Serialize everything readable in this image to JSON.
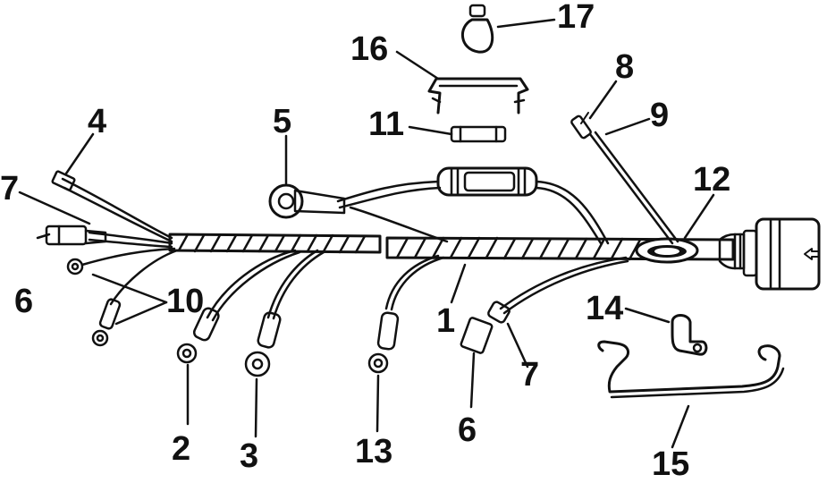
{
  "diagram": {
    "callouts": [
      {
        "id": "c17",
        "text": "17"
      },
      {
        "id": "c16",
        "text": "16"
      },
      {
        "id": "c8",
        "text": "8"
      },
      {
        "id": "c9",
        "text": "9"
      },
      {
        "id": "c11",
        "text": "11"
      },
      {
        "id": "c5",
        "text": "5"
      },
      {
        "id": "c4",
        "text": "4"
      },
      {
        "id": "c7a",
        "text": "7"
      },
      {
        "id": "c12",
        "text": "12"
      },
      {
        "id": "c6a",
        "text": "6"
      },
      {
        "id": "c10",
        "text": "10"
      },
      {
        "id": "c14",
        "text": "14"
      },
      {
        "id": "c1",
        "text": "1"
      },
      {
        "id": "c7b",
        "text": "7"
      },
      {
        "id": "c2",
        "text": "2"
      },
      {
        "id": "c3",
        "text": "3"
      },
      {
        "id": "c13",
        "text": "13"
      },
      {
        "id": "c6b",
        "text": "6"
      },
      {
        "id": "c15",
        "text": "15"
      }
    ],
    "colors": {
      "ink": "#111111",
      "paper": "#ffffff"
    }
  }
}
